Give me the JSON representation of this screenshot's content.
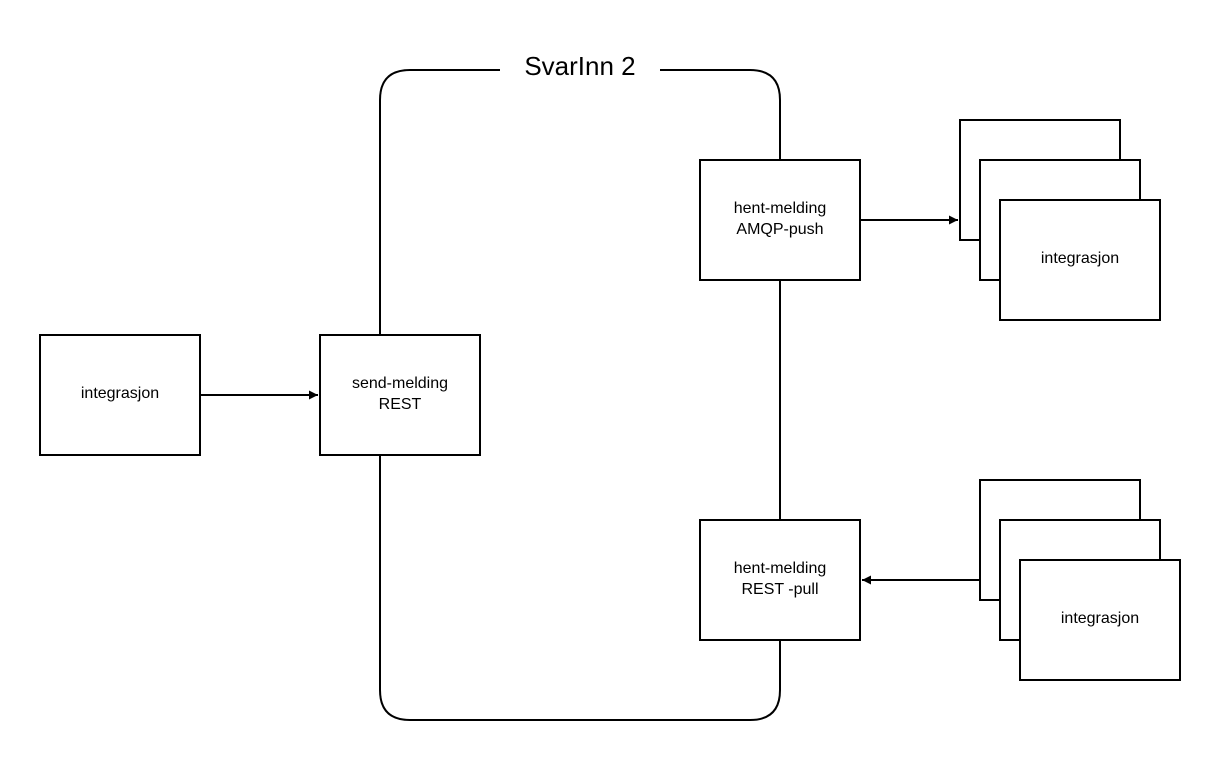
{
  "title": "SvarInn 2",
  "nodes": {
    "left_integration": {
      "label": "integrasjon"
    },
    "send": {
      "line1": "send-melding",
      "line2": "REST"
    },
    "amqp": {
      "line1": "hent-melding",
      "line2": "AMQP-push"
    },
    "pull": {
      "line1": "hent-melding",
      "line2": "REST -pull"
    },
    "push_integrations": {
      "label": "integrasjon"
    },
    "pull_integrations": {
      "label": "integrasjon"
    }
  },
  "edges": [
    {
      "from": "integrasjon",
      "to": "send-melding REST"
    },
    {
      "from": "hent-melding AMQP-push",
      "to": "integrasjon"
    },
    {
      "from": "integrasjon",
      "to": "hent-melding REST -pull"
    }
  ]
}
